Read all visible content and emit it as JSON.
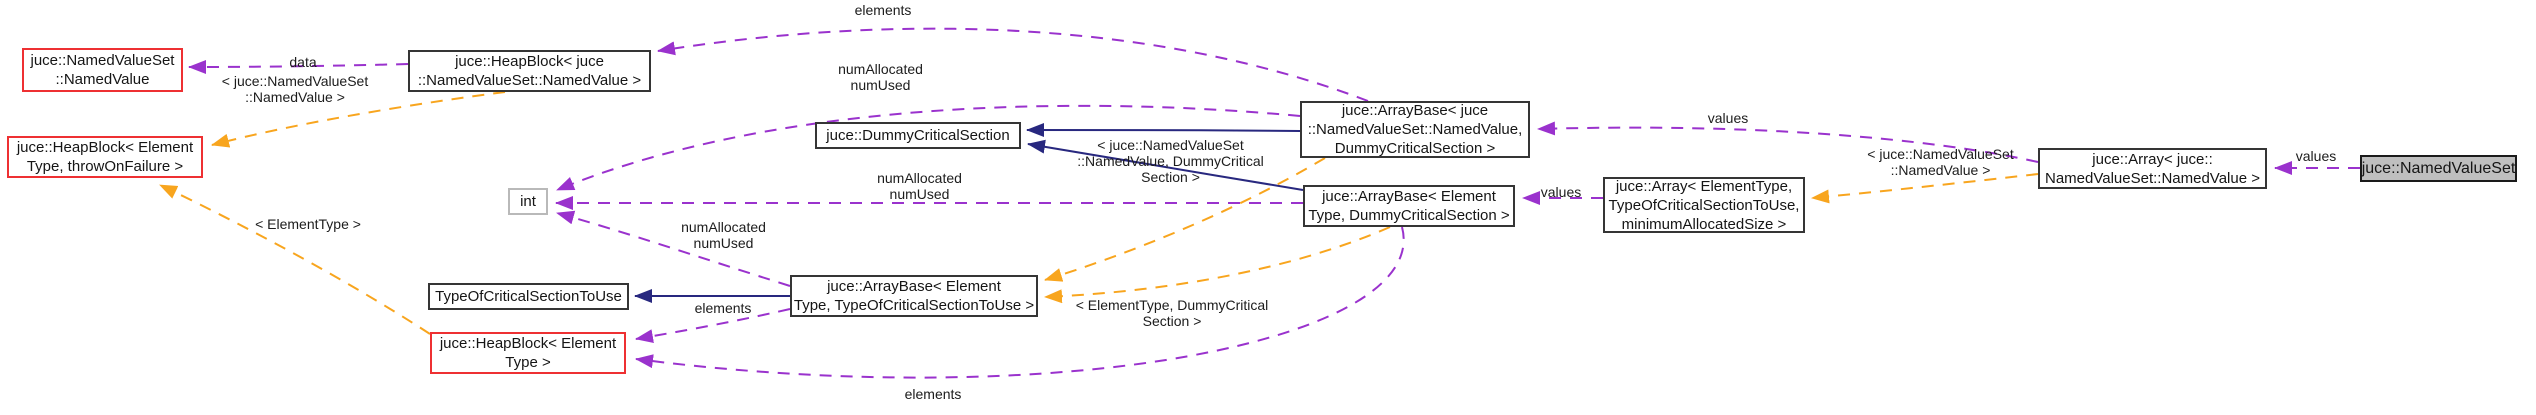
{
  "diagram": {
    "kind": "doxygen-collaboration-graph",
    "focus_class": "juce::NamedValueSet",
    "colors": {
      "background": "#ffffff",
      "usage_edge": "#9a32cd",
      "template_edge": "#f8a51e",
      "inheritance_edge": "#28287f",
      "node_border": "#353535",
      "truncated_node_border": "#ee3032",
      "focus_node_fill": "#bfbfbf"
    }
  },
  "nodes": [
    {
      "id": "juce::NamedValueSet::NamedValue",
      "lines": [
        "juce::NamedValueSet",
        "::NamedValue"
      ]
    },
    {
      "id": "juce::HeapBlock< juce::NamedValueSet::NamedValue >",
      "lines": [
        "juce::HeapBlock< juce",
        "::NamedValueSet::NamedValue >"
      ]
    },
    {
      "id": "juce::HeapBlock< ElementType, throwOnFailure >",
      "lines": [
        "juce::HeapBlock< Element",
        "Type, throwOnFailure >"
      ]
    },
    {
      "id": "int",
      "lines": [
        "int"
      ]
    },
    {
      "id": "juce::DummyCriticalSection",
      "lines": [
        "juce::DummyCriticalSection"
      ]
    },
    {
      "id": "juce::ArrayBase< juce::NamedValueSet::NamedValue, DummyCriticalSection >",
      "lines": [
        "juce::ArrayBase< juce",
        "::NamedValueSet::NamedValue,",
        "DummyCriticalSection >"
      ]
    },
    {
      "id": "juce::ArrayBase< ElementType, DummyCriticalSection >",
      "lines": [
        "juce::ArrayBase< Element",
        "Type, DummyCriticalSection >"
      ]
    },
    {
      "id": "juce::Array< ElementType, TypeOfCriticalSectionToUse, minimumAllocatedSize >",
      "lines": [
        "juce::Array< ElementType,",
        "TypeOfCriticalSectionToUse,",
        "minimumAllocatedSize >"
      ]
    },
    {
      "id": "juce::Array< juce::NamedValueSet::NamedValue >",
      "lines": [
        "juce::Array< juce::",
        "NamedValueSet::NamedValue >"
      ]
    },
    {
      "id": "juce::NamedValueSet",
      "lines": [
        "juce::NamedValueSet"
      ]
    },
    {
      "id": "TypeOfCriticalSectionToUse",
      "lines": [
        "TypeOfCriticalSectionToUse"
      ]
    },
    {
      "id": "juce::ArrayBase< ElementType, TypeOfCriticalSectionToUse >",
      "lines": [
        "juce::ArrayBase< Element",
        "Type, TypeOfCriticalSectionToUse >"
      ]
    },
    {
      "id": "juce::HeapBlock< ElementType >",
      "lines": [
        "juce::HeapBlock< Element",
        "Type >"
      ]
    }
  ],
  "edge_labels": [
    {
      "id": "data",
      "lines": [
        "data"
      ]
    },
    {
      "id": "template-namedvalue-left",
      "lines": [
        "< juce::NamedValueSet",
        "::NamedValue >"
      ]
    },
    {
      "id": "elements-top",
      "lines": [
        "elements"
      ]
    },
    {
      "id": "numallocated-top",
      "lines": [
        "numAllocated",
        "numUsed"
      ]
    },
    {
      "id": "numallocated-mid",
      "lines": [
        "numAllocated",
        "numUsed"
      ]
    },
    {
      "id": "numallocated-low",
      "lines": [
        "numAllocated",
        "numUsed"
      ]
    },
    {
      "id": "template-namedvalue-dummycritical",
      "lines": [
        "< juce::NamedValueSet",
        "::NamedValue, DummyCritical",
        "Section >"
      ]
    },
    {
      "id": "values-top",
      "lines": [
        "values"
      ]
    },
    {
      "id": "values-mid",
      "lines": [
        "values"
      ]
    },
    {
      "id": "template-namedvalue-right",
      "lines": [
        "< juce::NamedValueSet",
        "::NamedValue >"
      ]
    },
    {
      "id": "values-right",
      "lines": [
        "values"
      ]
    },
    {
      "id": "elements-mid",
      "lines": [
        "elements"
      ]
    },
    {
      "id": "template-elementtype-dummycritical",
      "lines": [
        "< ElementType, DummyCritical",
        "Section >"
      ]
    },
    {
      "id": "elements-bottom",
      "lines": [
        "elements"
      ]
    },
    {
      "id": "template-elementtype",
      "lines": [
        "< ElementType >"
      ]
    }
  ],
  "graph": {
    "edges": [
      {
        "from": "juce::HeapBlock< juce::NamedValueSet::NamedValue >",
        "to": "juce::NamedValueSet::NamedValue",
        "kind": "usage",
        "label": "data"
      },
      {
        "from": "juce::ArrayBase< juce::NamedValueSet::NamedValue, DummyCriticalSection >",
        "to": "juce::HeapBlock< juce::NamedValueSet::NamedValue >",
        "kind": "usage",
        "label": "elements"
      },
      {
        "from": "juce::ArrayBase< juce::NamedValueSet::NamedValue, DummyCriticalSection >",
        "to": "int",
        "kind": "usage",
        "label": "numAllocated numUsed"
      },
      {
        "from": "juce::ArrayBase< ElementType, DummyCriticalSection >",
        "to": "int",
        "kind": "usage",
        "label": "numAllocated numUsed"
      },
      {
        "from": "juce::ArrayBase< ElementType, TypeOfCriticalSectionToUse >",
        "to": "int",
        "kind": "usage",
        "label": "numAllocated numUsed"
      },
      {
        "from": "juce::ArrayBase< ElementType, TypeOfCriticalSectionToUse >",
        "to": "juce::HeapBlock< ElementType >",
        "kind": "usage",
        "label": "elements"
      },
      {
        "from": "juce::ArrayBase< ElementType, DummyCriticalSection >",
        "to": "juce::HeapBlock< ElementType >",
        "kind": "usage",
        "label": "elements"
      },
      {
        "from": "juce::Array< juce::NamedValueSet::NamedValue >",
        "to": "juce::ArrayBase< juce::NamedValueSet::NamedValue, DummyCriticalSection >",
        "kind": "usage",
        "label": "values"
      },
      {
        "from": "juce::Array< ElementType, TypeOfCriticalSectionToUse, minimumAllocatedSize >",
        "to": "juce::ArrayBase< ElementType, DummyCriticalSection >",
        "kind": "usage",
        "label": "values"
      },
      {
        "from": "juce::NamedValueSet",
        "to": "juce::Array< juce::NamedValueSet::NamedValue >",
        "kind": "usage",
        "label": "values"
      },
      {
        "from": "juce::ArrayBase< juce::NamedValueSet::NamedValue, DummyCriticalSection >",
        "to": "juce::DummyCriticalSection",
        "kind": "inheritance"
      },
      {
        "from": "juce::ArrayBase< ElementType, DummyCriticalSection >",
        "to": "juce::DummyCriticalSection",
        "kind": "inheritance"
      },
      {
        "from": "juce::ArrayBase< ElementType, TypeOfCriticalSectionToUse >",
        "to": "TypeOfCriticalSectionToUse",
        "kind": "inheritance"
      },
      {
        "from": "juce::HeapBlock< juce::NamedValueSet::NamedValue >",
        "to": "juce::HeapBlock< ElementType, throwOnFailure >",
        "kind": "template",
        "label": "< juce::NamedValueSet::NamedValue >"
      },
      {
        "from": "juce::HeapBlock< ElementType >",
        "to": "juce::HeapBlock< ElementType, throwOnFailure >",
        "kind": "template",
        "label": "< ElementType >"
      },
      {
        "from": "juce::ArrayBase< juce::NamedValueSet::NamedValue, DummyCriticalSection >",
        "to": "juce::ArrayBase< ElementType, TypeOfCriticalSectionToUse >",
        "kind": "template",
        "label": "< juce::NamedValueSet::NamedValue, DummyCriticalSection >"
      },
      {
        "from": "juce::ArrayBase< ElementType, DummyCriticalSection >",
        "to": "juce::ArrayBase< ElementType, TypeOfCriticalSectionToUse >",
        "kind": "template",
        "label": "< ElementType, DummyCriticalSection >"
      },
      {
        "from": "juce::Array< juce::NamedValueSet::NamedValue >",
        "to": "juce::Array< ElementType, TypeOfCriticalSectionToUse, minimumAllocatedSize >",
        "kind": "template",
        "label": "< juce::NamedValueSet::NamedValue >"
      }
    ]
  }
}
